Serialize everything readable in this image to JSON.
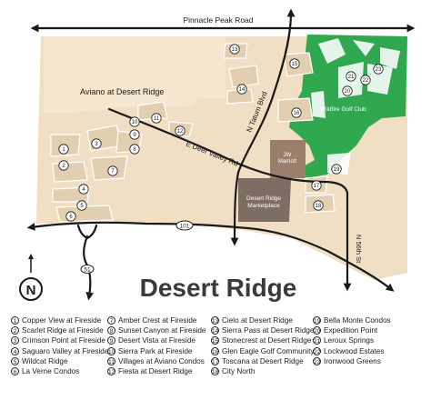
{
  "title": "Desert Ridge",
  "roads": {
    "pinnacle_peak": "Pinnacle Peak Road",
    "tatum": "N Tatum Blvd",
    "deer_valley": "E Deer Valley Rd",
    "fifty_sixth": "N 56th St",
    "hwy_101": "101",
    "hwy_51": "51"
  },
  "areas": {
    "aviano": "Aviano at Desert Ridge",
    "golf_club": "Wildfire Golf Club",
    "jw_marriott": "JW\nMarriott",
    "marketplace": "Desert Ridge\nMarketplace"
  },
  "compass": "N",
  "colors": {
    "land": "#f0dfc4",
    "lot": "#e2cfb1",
    "golf": "#2fa84f",
    "marriott": "#9b7e6c",
    "marketplace": "#7e6d62",
    "road": "#1a1a1a"
  },
  "legend": [
    {
      "num": "1",
      "label": "Copper View at Fireside"
    },
    {
      "num": "2",
      "label": "Scarlet Ridge at Fireside"
    },
    {
      "num": "3",
      "label": "Crimson Point at Fireside"
    },
    {
      "num": "4",
      "label": "Saguaro Valley at Fireside"
    },
    {
      "num": "5",
      "label": "Wildcat Ridge"
    },
    {
      "num": "6",
      "label": "La Verne Condos"
    },
    {
      "num": "7",
      "label": "Amber Crest at Fireside"
    },
    {
      "num": "8",
      "label": "Sunset Canyon at Fireside"
    },
    {
      "num": "9",
      "label": "Desert Vista at Fireside"
    },
    {
      "num": "10",
      "label": "Sierra Park at Fireside"
    },
    {
      "num": "11",
      "label": "Villages at Aviano Condos"
    },
    {
      "num": "12",
      "label": "Fiesta at Desert Ridge"
    },
    {
      "num": "13",
      "label": "Cielo at Desert Ridge"
    },
    {
      "num": "14",
      "label": "Sierra Pass at Desert Ridge"
    },
    {
      "num": "15",
      "label": "Stonecrest at Desert Ridge"
    },
    {
      "num": "16",
      "label": "Glen Eagle Golf Community"
    },
    {
      "num": "17",
      "label": "Toscana at Desert Ridge"
    },
    {
      "num": "18",
      "label": "City North"
    },
    {
      "num": "19",
      "label": "Bella Monte Condos"
    },
    {
      "num": "20",
      "label": "Expedition Point"
    },
    {
      "num": "21",
      "label": "Leroux Springs"
    },
    {
      "num": "22",
      "label": "Lockwood Estates"
    },
    {
      "num": "23",
      "label": "Ironwood Greens"
    }
  ]
}
